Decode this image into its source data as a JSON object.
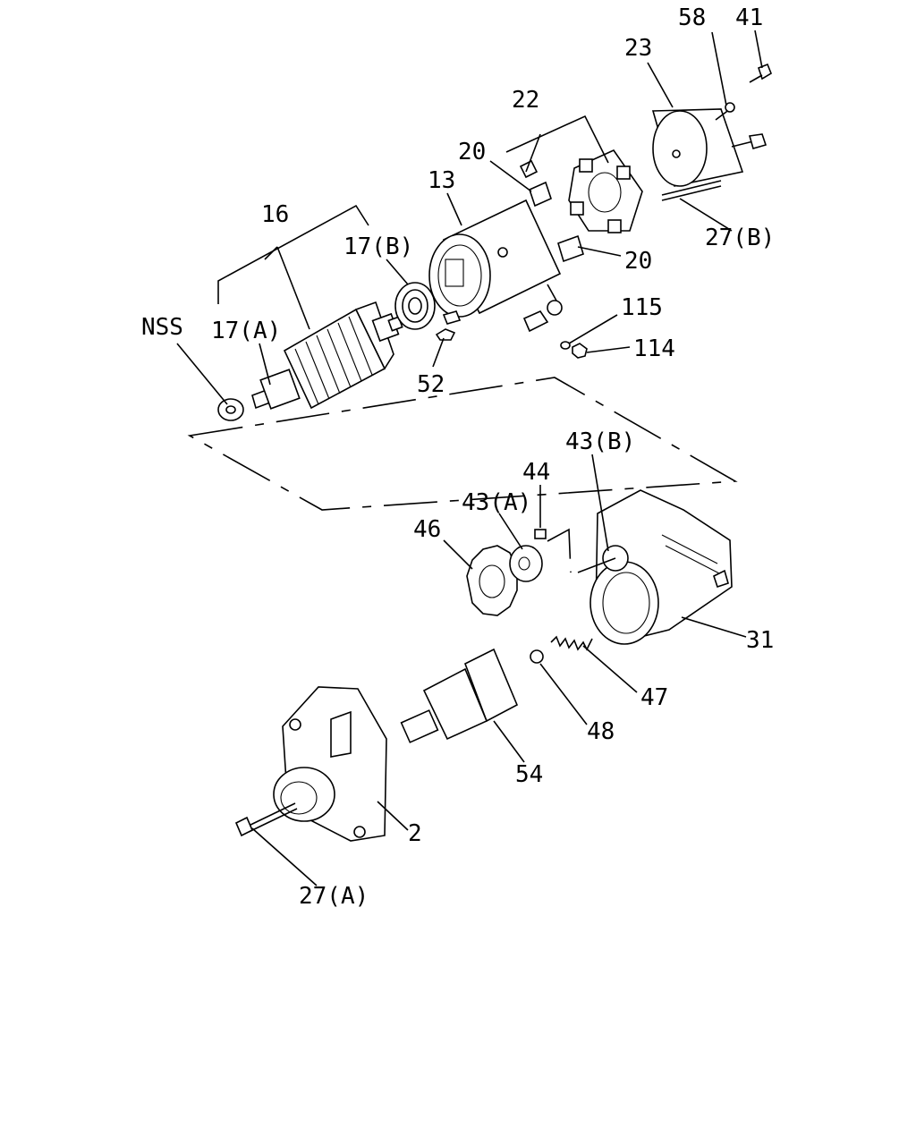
{
  "labels": {
    "nss": "NSS",
    "p17a": "17(A)",
    "p16": "16",
    "p17b": "17(B)",
    "p13": "13",
    "p20a": "20",
    "p20b": "20",
    "p22": "22",
    "p23": "23",
    "p58": "58",
    "p41": "41",
    "p27b": "27(B)",
    "p115": "115",
    "p114": "114",
    "p52": "52",
    "p43b": "43(B)",
    "p44": "44",
    "p43a": "43(A)",
    "p46": "46",
    "p31": "31",
    "p47": "47",
    "p48": "48",
    "p54": "54",
    "p2": "2",
    "p27a": "27(A)"
  }
}
